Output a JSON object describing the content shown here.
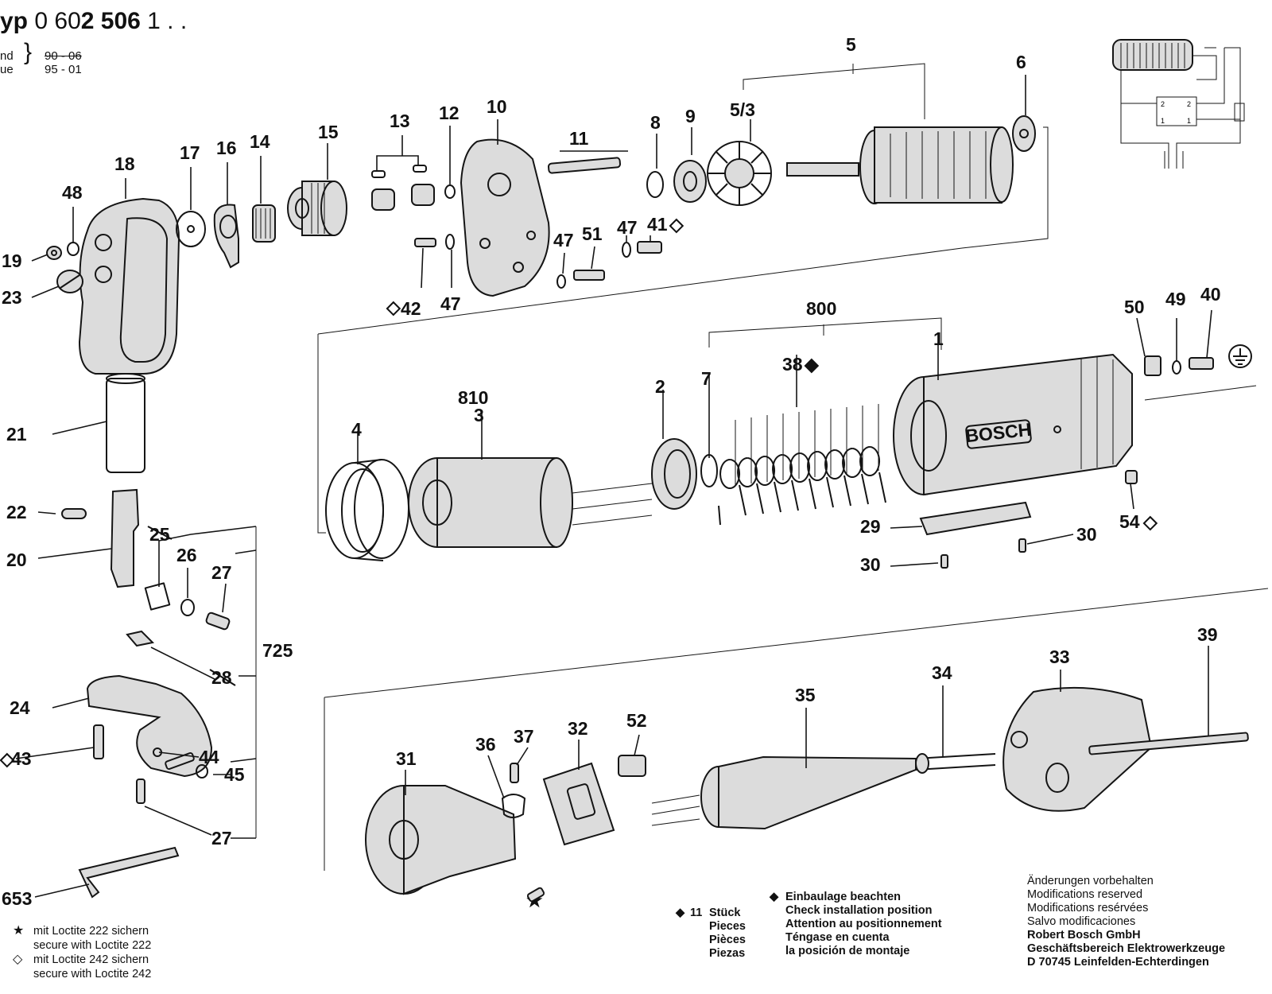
{
  "header": {
    "type_prefix": "yp",
    "type_code_plain": "0 60",
    "type_code_bold": "2 506",
    "type_code_suffix": " 1 . .",
    "stand_label": "nd",
    "issue_label": "ue",
    "stand_date": "90 - 06",
    "issue_date": "95 - 01"
  },
  "callouts": {
    "c5": "5",
    "c6": "6",
    "c53": "5/3",
    "c8": "8",
    "c9": "9",
    "c11": "11",
    "c10": "10",
    "c12": "12",
    "c13": "13",
    "c15": "15",
    "c14": "14",
    "c16": "16",
    "c17": "17",
    "c18": "18",
    "c48": "48",
    "c19": "19",
    "c23": "23",
    "c47a": "47",
    "c51": "51",
    "c47b": "47",
    "c41": "41",
    "c42": "42",
    "c47c": "47",
    "c800": "800",
    "c1": "1",
    "c38": "38",
    "c7": "7",
    "c2": "2",
    "c810": "810",
    "c3": "3",
    "c4": "4",
    "c50": "50",
    "c49": "49",
    "c40": "40",
    "c54": "54",
    "c29": "29",
    "c30a": "30",
    "c30b": "30",
    "c21": "21",
    "c22": "22",
    "c20": "20",
    "c25": "25",
    "c26": "26",
    "c27a": "27",
    "c725": "725",
    "c28": "28",
    "c24": "24",
    "c43": "43",
    "c44": "44",
    "c45": "45",
    "c27b": "27",
    "c653": "653",
    "c31": "31",
    "c36": "36",
    "c37": "37",
    "c32": "32",
    "c52": "52",
    "c35": "35",
    "c34": "34",
    "c33": "33",
    "c39": "39"
  },
  "brand_label": "BOSCH",
  "notes": [
    {
      "symbol": "★",
      "lines": [
        "mit Loctite 222 sichern",
        "secure with Loctite 222"
      ]
    },
    {
      "symbol": "◇",
      "lines": [
        "mit Loctite 242 sichern",
        "secure with Loctite 242"
      ]
    }
  ],
  "quantity": {
    "symbol": "◆",
    "count": "11",
    "labels": [
      "Stück",
      "Pieces",
      "Pièces",
      "Piezas"
    ]
  },
  "installation": {
    "symbol": "◆",
    "lines": [
      "Einbaulage beachten",
      "Check installation position",
      "Attention au positionnement",
      "Téngase en cuenta",
      "la posición de montaje"
    ]
  },
  "legal": {
    "lines": [
      "Änderungen vorbehalten",
      "Modifications reserved",
      "Modifications resérvées",
      "Salvo modificaciones"
    ],
    "company_lines": [
      "Robert Bosch GmbH",
      "Geschäftsbereich Elektrowerkzeuge",
      "D 70745 Leinfelden-Echterdingen"
    ]
  },
  "icons": {
    "star": "loctite-222-star-icon",
    "open_diamond": "loctite-242-diamond-icon",
    "filled_diamond": "installation-diamond-icon",
    "ground": "ground-symbol-icon"
  }
}
